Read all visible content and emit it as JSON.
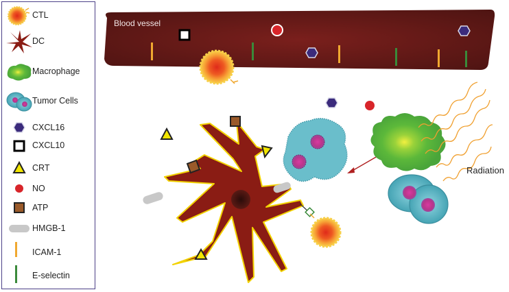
{
  "legend": {
    "items": [
      {
        "icon": "ctl-icon",
        "label": "CTL"
      },
      {
        "icon": "dc-icon",
        "label": "DC"
      },
      {
        "icon": "macrophage-icon",
        "label": "Macrophage"
      },
      {
        "icon": "tumor-cells-icon",
        "label": "Tumor Cells"
      },
      {
        "icon": "cxcl16-icon",
        "label": "CXCL16"
      },
      {
        "icon": "cxcl10-icon",
        "label": "CXCL10"
      },
      {
        "icon": "crt-icon",
        "label": "CRT"
      },
      {
        "icon": "no-icon",
        "label": "NO"
      },
      {
        "icon": "atp-icon",
        "label": "ATP"
      },
      {
        "icon": "hmgb1-icon",
        "label": "HMGB-1"
      },
      {
        "icon": "icam1-icon",
        "label": "ICAM-1"
      },
      {
        "icon": "e-selectin-icon",
        "label": "E-selectin"
      }
    ]
  },
  "diagram": {
    "vessel_label": "Blood vessel",
    "radiation_label": "Radiation"
  },
  "colors": {
    "vessel": "#6e1a1a",
    "dc": "#8a1c14",
    "dc_outline": "#f2d200",
    "ctl_outer": "#f7c640",
    "ctl_inner": "#e8301c",
    "macrophage": "#5fb83a",
    "tumor": "#5ab8c6",
    "tumor_nucleus": "#c0358e",
    "cxcl16": "#3b2b7c",
    "cxcl10": "#000000",
    "crt": "#f2e600",
    "no": "#d8252a",
    "atp": "#9a5a2a",
    "hmgb1": "#c8c8c8",
    "icam1": "#f0a830",
    "e_selectin": "#3a8a3a",
    "radiation": "#f0a030",
    "arrow": "#b02020",
    "legend_border": "#4a3f86"
  }
}
